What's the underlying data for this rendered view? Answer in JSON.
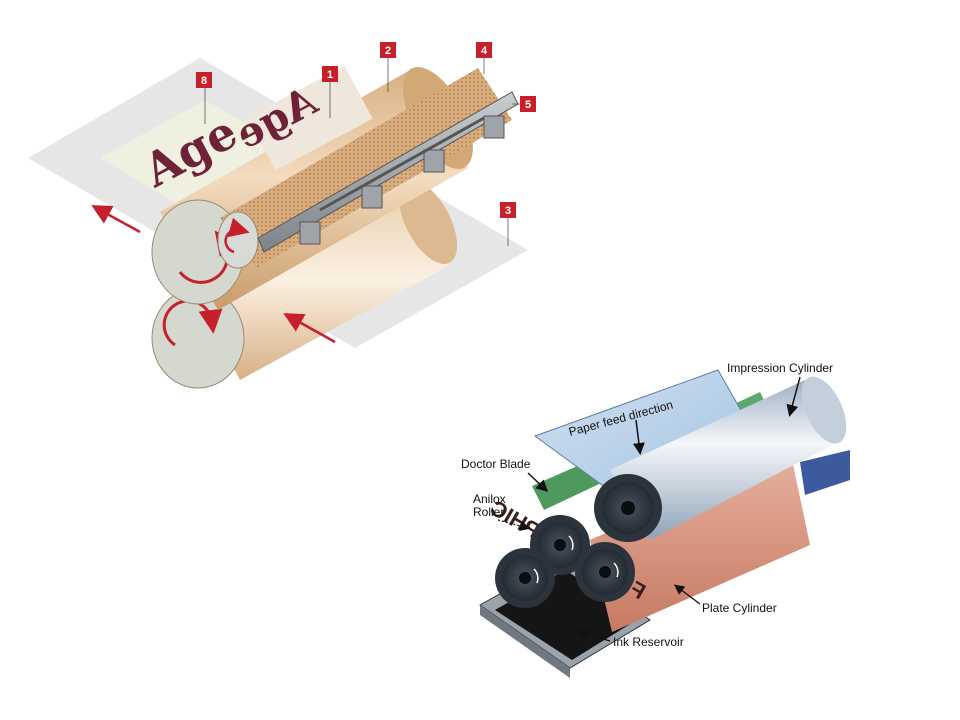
{
  "diagram_top": {
    "callouts": [
      "1",
      "2",
      "3",
      "4",
      "5",
      "8"
    ],
    "print_text": "Age",
    "plate_text_mirrored": "Age"
  },
  "diagram_bottom": {
    "labels": {
      "impression": "Impression Cylinder",
      "paper_feed": "Paper feed direction",
      "doctor_blade": "Doctor Blade",
      "anilox_line1": "Anilox",
      "anilox_line2": "Roller",
      "plate": "Plate Cylinder",
      "ink": "Ink Reservoir"
    },
    "plate_word": "FLEXOGRAPHIC"
  },
  "colors": {
    "callout": "#c8202a",
    "tan": "#e6c39c",
    "paper": "#e9e9e9",
    "arrow": "#c8202a",
    "sky": "#aecbe6",
    "plate_red": "#d99884"
  }
}
